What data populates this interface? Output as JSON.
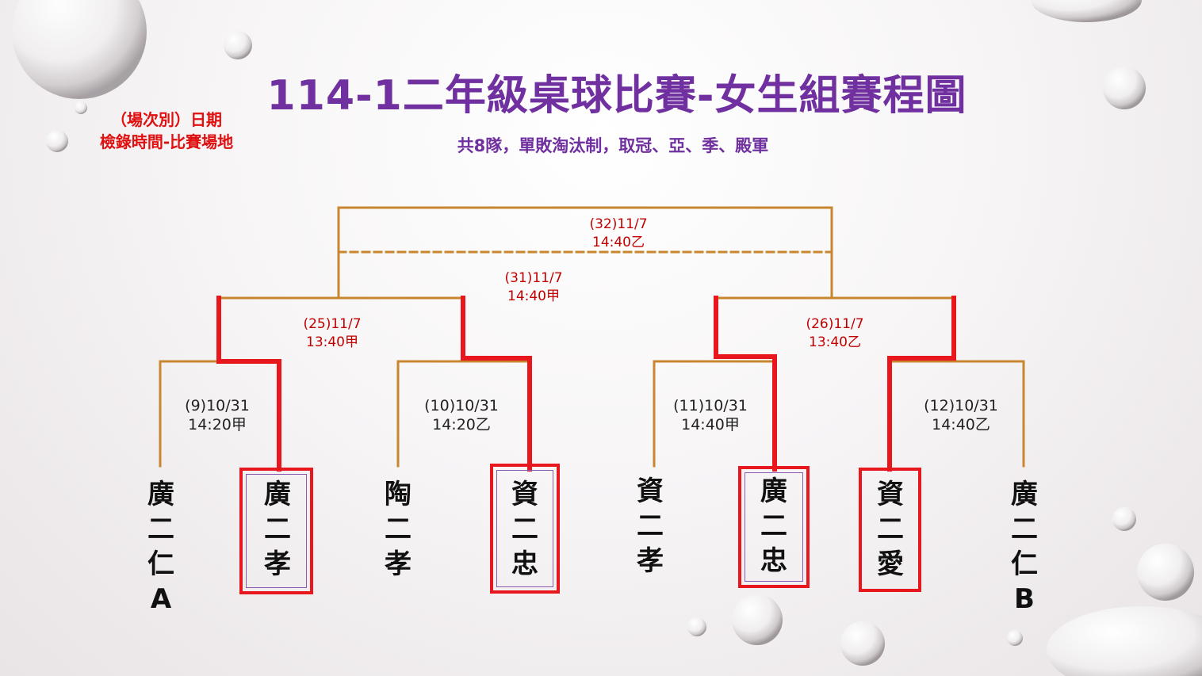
{
  "title": "114-1二年級桌球比賽-女生組賽程圖",
  "subtitle": "共8隊，單敗淘汰制，取冠、亞、季、殿軍",
  "legend": {
    "line1": "（場次別）日期",
    "line2": "檢錄時間-比賽場地"
  },
  "matches": {
    "m9": {
      "line1": "(9)10/31",
      "line2": "14:20甲"
    },
    "m10": {
      "line1": "(10)10/31",
      "line2": "14:20乙"
    },
    "m11": {
      "line1": "(11)10/31",
      "line2": "14:40甲"
    },
    "m12": {
      "line1": "(12)10/31",
      "line2": "14:40乙"
    },
    "m25": {
      "line1": "(25)11/7",
      "line2": "13:40甲"
    },
    "m26": {
      "line1": "(26)11/7",
      "line2": "13:40乙"
    },
    "m31": {
      "line1": "(31)11/7",
      "line2": "14:40甲"
    },
    "m32": {
      "line1": "(32)11/7",
      "line2": "14:40乙"
    }
  },
  "teams": [
    {
      "chars": [
        "廣",
        "二",
        "仁",
        "A"
      ]
    },
    {
      "chars": [
        "廣",
        "二",
        "孝"
      ]
    },
    {
      "chars": [
        "陶",
        "二",
        "孝"
      ]
    },
    {
      "chars": [
        "資",
        "二",
        "忠"
      ]
    },
    {
      "chars": [
        "資",
        "二",
        "孝"
      ]
    },
    {
      "chars": [
        "廣",
        "二",
        "忠"
      ]
    },
    {
      "chars": [
        "資",
        "二",
        "愛"
      ]
    },
    {
      "chars": [
        "廣",
        "二",
        "仁",
        "B"
      ]
    }
  ],
  "colors": {
    "bracket": "#c8862e",
    "winner": "#e8161d",
    "title": "#7030a0",
    "legend": "#e01010",
    "match_label": "#c00000"
  }
}
